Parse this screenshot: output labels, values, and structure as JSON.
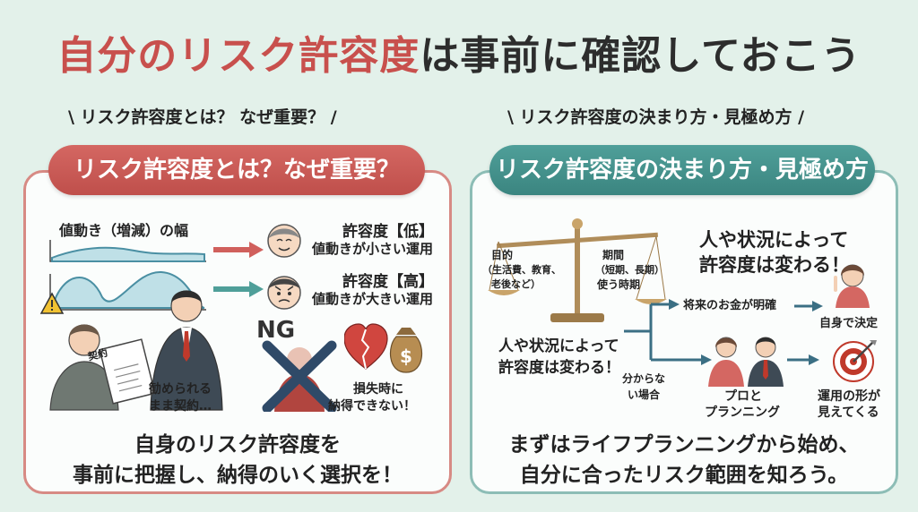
{
  "title": {
    "part1": "自分のリスク許容度",
    "part2": "は事前に確認しておこう"
  },
  "left": {
    "subtitle": "\\ リスク許容度とは？ なぜ重要？ /",
    "pill": "リスク許容度とは？なぜ重要？",
    "chart_label": "値動き（増減）の幅",
    "low_title": "許容度【低】",
    "low_desc": "値動きが小さい運用",
    "high_title": "許容度【高】",
    "high_desc": "値動きが大きい運用",
    "contract_label": "契約",
    "scene1_caption_1": "勧められる",
    "scene1_caption_2": "まま契約…",
    "ng": "NG",
    "scene2_caption_1": "損失時に",
    "scene2_caption_2": "納得できない！",
    "bottom_1": "自身のリスク許容度を",
    "bottom_2": "事前に把握し、納得のいく選択を！"
  },
  "right": {
    "subtitle": "\\ リスク許容度の決まり方・見極め方 /",
    "pill": "リスク許容度の決まり方・見極め方",
    "purpose_1": "目的",
    "purpose_2": "（生活費、教育、",
    "purpose_3": "老後など）",
    "period_1": "期間",
    "period_2": "（短期、長期）",
    "period_3": "使う時期",
    "headline_1": "人や状況によって",
    "headline_2": "許容度は変わる！",
    "scale_caption_1": "人や状況によって",
    "scale_caption_2": "許容度は変わる！",
    "branch_clear": "将来のお金が明確",
    "self_decide": "自身で決定",
    "branch_unclear_1": "分からな",
    "branch_unclear_2": "い場合",
    "pro_1": "プロと",
    "pro_2": "プランニング",
    "result_1": "運用の形が",
    "result_2": "見えてくる",
    "bottom_1": "まずはライフプランニングから始め、",
    "bottom_2": "自分に合ったリスク範囲を知ろう。"
  },
  "colors": {
    "red": "#c8504d",
    "teal": "#3b8580",
    "bg": "#e3f1ea"
  }
}
